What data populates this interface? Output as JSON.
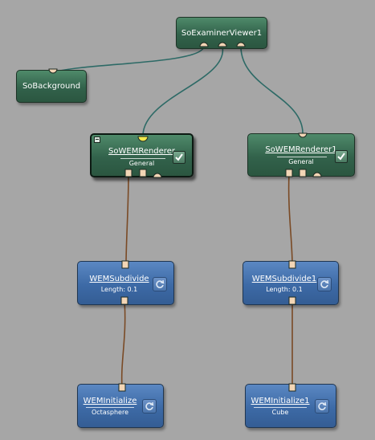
{
  "nodes": {
    "viewer": {
      "title": "SoExaminerViewer1"
    },
    "background": {
      "title": "SoBackground"
    },
    "renderer": {
      "title": "SoWEMRenderer",
      "subtitle": "General"
    },
    "renderer1": {
      "title": "SoWEMRenderer1",
      "subtitle": "General"
    },
    "subdivide": {
      "title": "WEMSubdivide",
      "subtitle": "Length: 0.1"
    },
    "subdivide1": {
      "title": "WEMSubdivide1",
      "subtitle": "Length: 0.1"
    },
    "initialize": {
      "title": "WEMInitialize",
      "subtitle": "Octasphere"
    },
    "initialize1": {
      "title": "WEMInitialize1",
      "subtitle": "Cube"
    }
  },
  "colors": {
    "canvas": "#a6a6a6",
    "inventor_node": "#3a6d53",
    "ml_node": "#4272b0",
    "inventor_wire": "#2d6a66",
    "ml_wire": "#7a4a25",
    "connector": "#f3d6b6",
    "highlight_connector": "#f2e94b"
  },
  "icons": {
    "check": "check-icon",
    "refresh": "refresh-icon",
    "minimize": "minimize-icon"
  }
}
